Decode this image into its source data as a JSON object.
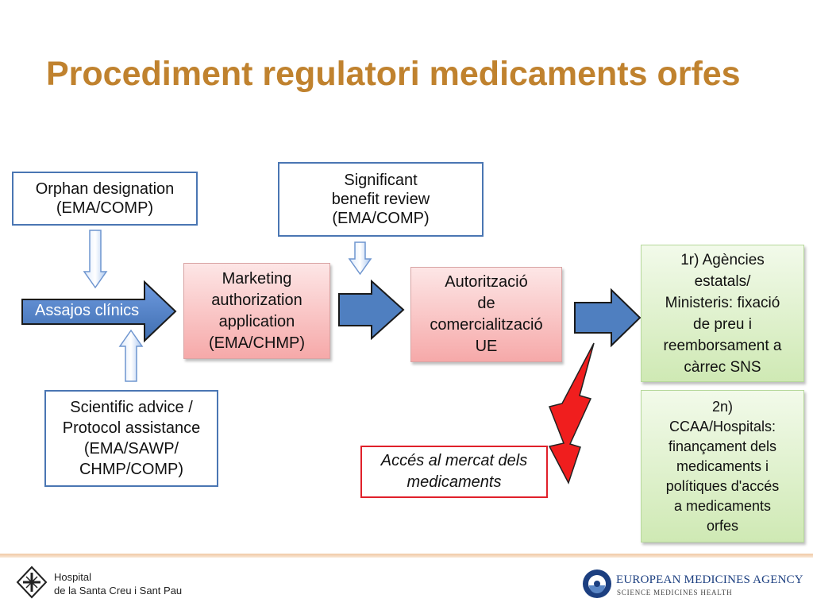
{
  "slide": {
    "title": "Procediment regulatori medicaments orfes"
  },
  "boxes": {
    "orphan_designation": "Orphan designation\n(EMA/COMP)",
    "significant_benefit": "Significant\nbenefit review\n(EMA/COMP)",
    "scientific_advice": "Scientific advice /\nProtocol assistance\n(EMA/SAWP/\nCHMP/COMP)",
    "assajos_clinics": "Assajos clínics",
    "marketing_authorization": "Marketing\nauthorization\napplication\n(EMA/CHMP)",
    "autoritzacio": "Autorització\nde\ncomercialització\nUE",
    "agencies_estatals": "1r) Agències\nestatals/\nMinisteris: fixació\nde preu i\nreembor­sament a\ncàrrec SNS",
    "ccaa_hospitals": "2n)\nCCAA/Hospitals:\nfinançament dels\nmedicaments i\npolítiques d'accés\na medicaments\norfes",
    "acces_mercat": "Accés al mercat dels\nmedicaments"
  },
  "footer": {
    "hospital": "Hospital\nde la Santa Creu i Sant Pau",
    "ema_name": "EUROPEAN MEDICINES AGENCY",
    "ema_tagline": "SCIENCE  MEDICINES  HEALTH"
  },
  "colors": {
    "title": "#c0822e",
    "box_border_blue": "#4a76b3",
    "arrow_blue": "#4f7fc0",
    "red": "#e0202a"
  }
}
